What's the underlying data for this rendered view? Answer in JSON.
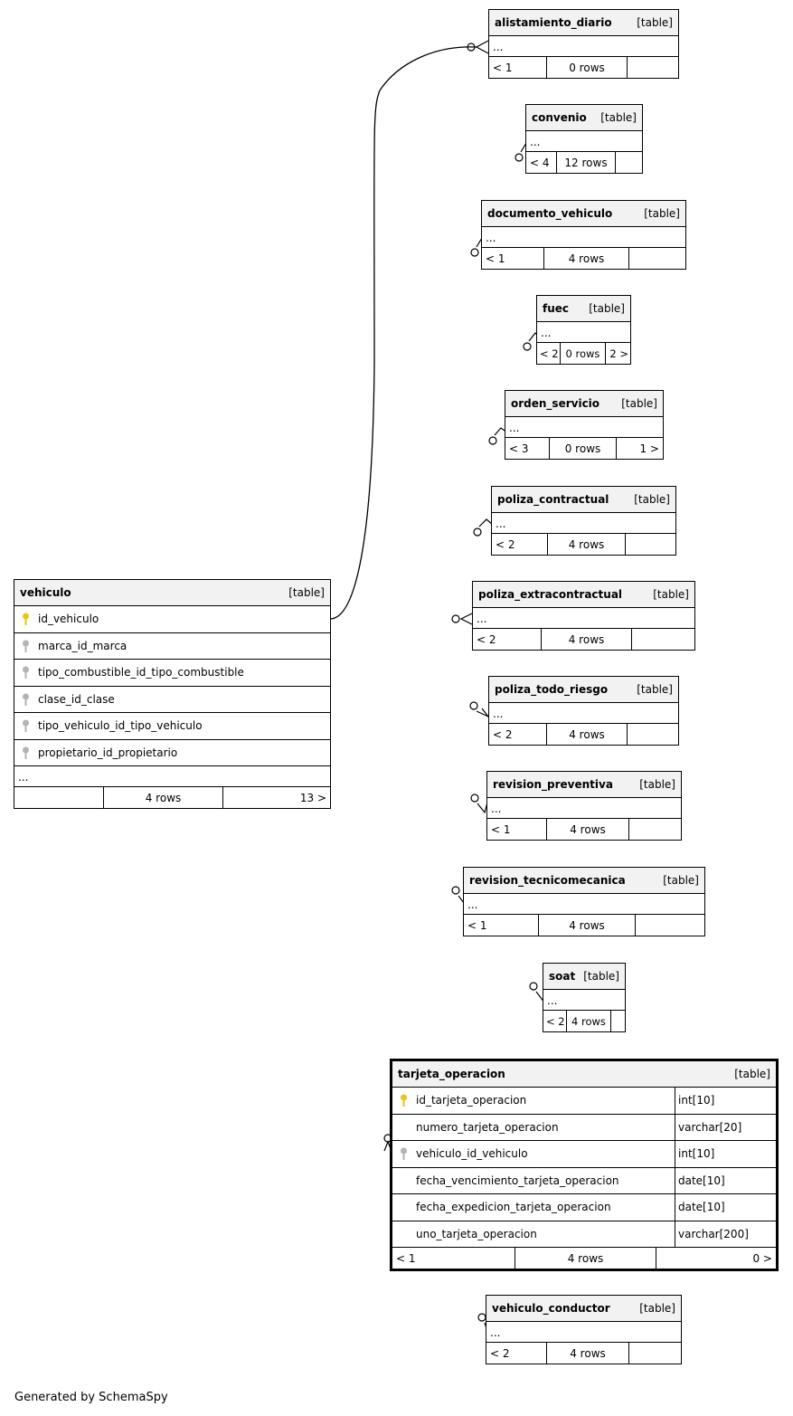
{
  "tag": "[table]",
  "ellipsis": "...",
  "focus_table": {
    "name": "tarjeta_operacion",
    "columns": [
      {
        "name": "id_tarjeta_operacion",
        "type": "int[10]",
        "key": "primary"
      },
      {
        "name": "numero_tarjeta_operacion",
        "type": "varchar[20]",
        "key": "none"
      },
      {
        "name": "vehiculo_id_vehiculo",
        "type": "int[10]",
        "key": "foreign"
      },
      {
        "name": "fecha_vencimiento_tarjeta_operacion",
        "type": "date[10]",
        "key": "none"
      },
      {
        "name": "fecha_expedicion_tarjeta_operacion",
        "type": "date[10]",
        "key": "none"
      },
      {
        "name": "uno_tarjeta_operacion",
        "type": "varchar[200]",
        "key": "none"
      }
    ],
    "footer": {
      "parents": "< 1",
      "rows": "4 rows",
      "children": "0 >"
    }
  },
  "vehiculo": {
    "name": "vehiculo",
    "columns": [
      {
        "name": "id_vehiculo",
        "key": "primary"
      },
      {
        "name": "marca_id_marca",
        "key": "foreign"
      },
      {
        "name": "tipo_combustible_id_tipo_combustible",
        "key": "foreign"
      },
      {
        "name": "clase_id_clase",
        "key": "foreign"
      },
      {
        "name": "tipo_vehiculo_id_tipo_vehiculo",
        "key": "foreign"
      },
      {
        "name": "propietario_id_propietario",
        "key": "foreign"
      }
    ],
    "footer": {
      "parents": "",
      "rows": "4 rows",
      "children": "13 >"
    }
  },
  "child_tables": [
    {
      "name": "alistamiento_diario",
      "parents": "< 1",
      "rows": "0 rows",
      "children": ""
    },
    {
      "name": "convenio",
      "parents": "< 4",
      "rows": "12 rows",
      "children": ""
    },
    {
      "name": "documento_vehiculo",
      "parents": "< 1",
      "rows": "4 rows",
      "children": ""
    },
    {
      "name": "fuec",
      "parents": "< 2",
      "rows": "0 rows",
      "children": "2 >"
    },
    {
      "name": "orden_servicio",
      "parents": "< 3",
      "rows": "0 rows",
      "children": "1 >"
    },
    {
      "name": "poliza_contractual",
      "parents": "< 2",
      "rows": "4 rows",
      "children": ""
    },
    {
      "name": "poliza_extracontractual",
      "parents": "< 2",
      "rows": "4 rows",
      "children": ""
    },
    {
      "name": "poliza_todo_riesgo",
      "parents": "< 2",
      "rows": "4 rows",
      "children": ""
    },
    {
      "name": "revision_preventiva",
      "parents": "< 1",
      "rows": "4 rows",
      "children": ""
    },
    {
      "name": "revision_tecnicomecanica",
      "parents": "< 1",
      "rows": "4 rows",
      "children": ""
    },
    {
      "name": "soat",
      "parents": "< 2",
      "rows": "4 rows",
      "children": ""
    },
    {
      "name": "vehiculo_conductor",
      "parents": "< 2",
      "rows": "4 rows",
      "children": ""
    }
  ],
  "key_colors": {
    "primary": "#e6c619",
    "foreign": "#b4b4b4"
  },
  "footer_text": "Generated by SchemaSpy"
}
